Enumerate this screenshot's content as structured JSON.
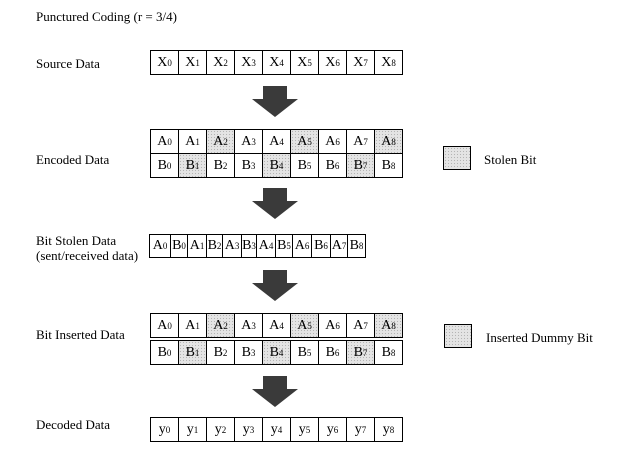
{
  "title": "Punctured Coding (r = 3/4)",
  "labels": {
    "source": "Source Data",
    "encoded": "Encoded Data",
    "bit_stolen_line1": "Bit Stolen Data",
    "bit_stolen_line2": "(sent/received data)",
    "bit_inserted": "Bit Inserted Data",
    "decoded": "Decoded Data"
  },
  "legend": {
    "stolen": "Stolen Bit",
    "inserted": "Inserted Dummy Bit"
  },
  "rows": {
    "source": [
      {
        "base": "X",
        "sub": "0"
      },
      {
        "base": "X",
        "sub": "1"
      },
      {
        "base": "X",
        "sub": "2"
      },
      {
        "base": "X",
        "sub": "3"
      },
      {
        "base": "X",
        "sub": "4"
      },
      {
        "base": "X",
        "sub": "5"
      },
      {
        "base": "X",
        "sub": "6"
      },
      {
        "base": "X",
        "sub": "7"
      },
      {
        "base": "X",
        "sub": "8"
      }
    ],
    "encoded_a": [
      {
        "base": "A",
        "sub": "0",
        "shaded": false
      },
      {
        "base": "A",
        "sub": "1",
        "shaded": false
      },
      {
        "base": "A",
        "sub": "2",
        "shaded": true
      },
      {
        "base": "A",
        "sub": "3",
        "shaded": false
      },
      {
        "base": "A",
        "sub": "4",
        "shaded": false
      },
      {
        "base": "A",
        "sub": "5",
        "shaded": true
      },
      {
        "base": "A",
        "sub": "6",
        "shaded": false
      },
      {
        "base": "A",
        "sub": "7",
        "shaded": false
      },
      {
        "base": "A",
        "sub": "8",
        "shaded": true
      }
    ],
    "encoded_b": [
      {
        "base": "B",
        "sub": "0",
        "shaded": false
      },
      {
        "base": "B",
        "sub": "1",
        "shaded": true
      },
      {
        "base": "B",
        "sub": "2",
        "shaded": false
      },
      {
        "base": "B",
        "sub": "3",
        "shaded": false
      },
      {
        "base": "B",
        "sub": "4",
        "shaded": true
      },
      {
        "base": "B",
        "sub": "5",
        "shaded": false
      },
      {
        "base": "B",
        "sub": "6",
        "shaded": false
      },
      {
        "base": "B",
        "sub": "7",
        "shaded": true
      },
      {
        "base": "B",
        "sub": "8",
        "shaded": false
      }
    ],
    "bit_stolen": [
      {
        "base": "A",
        "sub": "0"
      },
      {
        "base": "B",
        "sub": "0"
      },
      {
        "base": "A",
        "sub": "1"
      },
      {
        "base": "B",
        "sub": "2"
      },
      {
        "base": "A",
        "sub": "3"
      },
      {
        "base": "B",
        "sub": "3"
      },
      {
        "base": "A",
        "sub": "4"
      },
      {
        "base": "B",
        "sub": "5"
      },
      {
        "base": "A",
        "sub": "6"
      },
      {
        "base": "B",
        "sub": "6"
      },
      {
        "base": "A",
        "sub": "7"
      },
      {
        "base": "B",
        "sub": "8"
      }
    ],
    "inserted_a": [
      {
        "base": "A",
        "sub": "0",
        "shaded": false
      },
      {
        "base": "A",
        "sub": "1",
        "shaded": false
      },
      {
        "base": "A",
        "sub": "2",
        "shaded": true
      },
      {
        "base": "A",
        "sub": "3",
        "shaded": false
      },
      {
        "base": "A",
        "sub": "4",
        "shaded": false
      },
      {
        "base": "A",
        "sub": "5",
        "shaded": true
      },
      {
        "base": "A",
        "sub": "6",
        "shaded": false
      },
      {
        "base": "A",
        "sub": "7",
        "shaded": false
      },
      {
        "base": "A",
        "sub": "8",
        "shaded": true
      }
    ],
    "inserted_b": [
      {
        "base": "B",
        "sub": "0",
        "shaded": false
      },
      {
        "base": "B",
        "sub": "1",
        "shaded": true
      },
      {
        "base": "B",
        "sub": "2",
        "shaded": false
      },
      {
        "base": "B",
        "sub": "3",
        "shaded": false
      },
      {
        "base": "B",
        "sub": "4",
        "shaded": true
      },
      {
        "base": "B",
        "sub": "5",
        "shaded": false
      },
      {
        "base": "B",
        "sub": "6",
        "shaded": false
      },
      {
        "base": "B",
        "sub": "7",
        "shaded": true
      },
      {
        "base": "B",
        "sub": "8",
        "shaded": false
      }
    ],
    "decoded": [
      {
        "base": "y",
        "sub": "0"
      },
      {
        "base": "y",
        "sub": "1"
      },
      {
        "base": "y",
        "sub": "2"
      },
      {
        "base": "y",
        "sub": "3"
      },
      {
        "base": "y",
        "sub": "4"
      },
      {
        "base": "y",
        "sub": "5"
      },
      {
        "base": "y",
        "sub": "6"
      },
      {
        "base": "y",
        "sub": "7"
      },
      {
        "base": "y",
        "sub": "8"
      }
    ]
  },
  "colors": {
    "arrow": "#3a3a3a",
    "shade": "#e4e4e4",
    "border": "#000000"
  }
}
